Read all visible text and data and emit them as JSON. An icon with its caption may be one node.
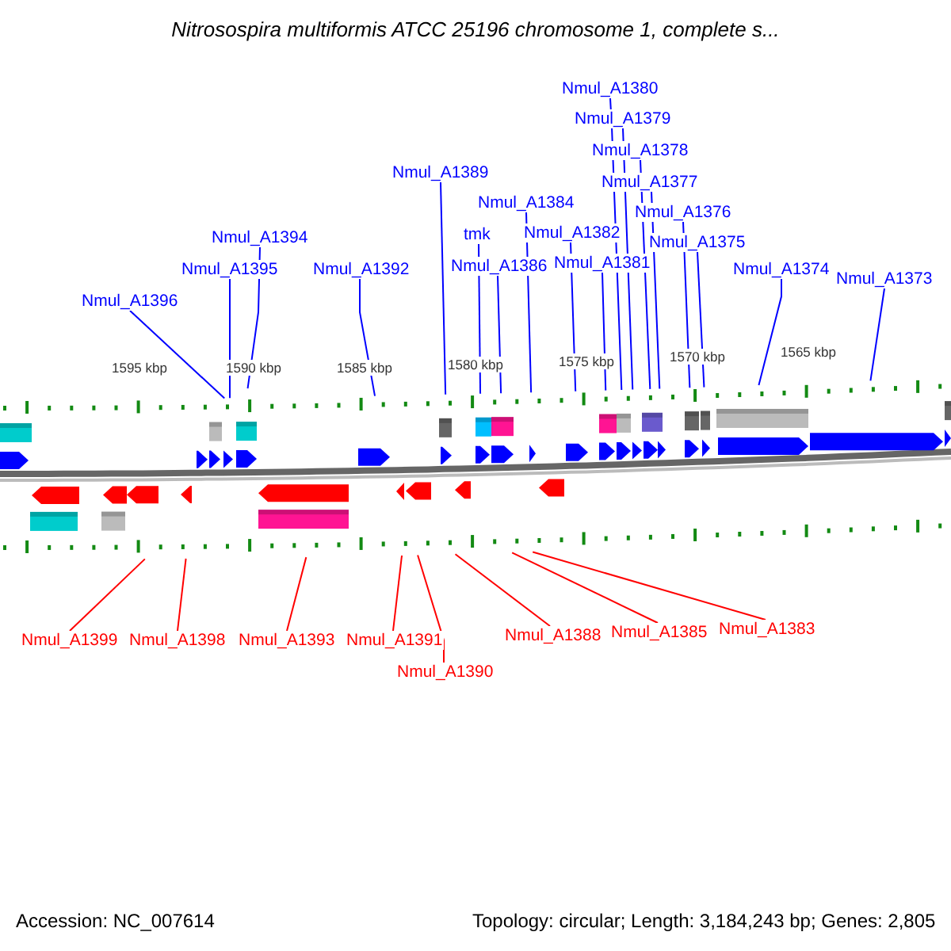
{
  "diagram": {
    "title": "Nitrosospira multiformis ATCC 25196 chromosome 1, complete s...",
    "nodes": [
      {
        "text": [
          "Nmul_A1380"
        ]
      },
      {
        "text": [
          "Nmul_A1379"
        ]
      },
      {
        "text": [
          "Nmul_A1378"
        ]
      },
      {
        "text": [
          "Nmul_A1389"
        ]
      },
      {
        "text": [
          "Nmul_A1377"
        ]
      },
      {
        "text": [
          "Nmul_A1384"
        ]
      },
      {
        "text": [
          "Nmul_A1376"
        ]
      },
      {
        "text": [
          "tmk"
        ]
      },
      {
        "text": [
          "Nmul_A1382"
        ]
      },
      {
        "text": [
          "Nmul_A1394"
        ]
      },
      {
        "text": [
          "Nmul_A1375"
        ]
      },
      {
        "text": [
          "Nmul_A1386"
        ]
      },
      {
        "text": [
          "Nmul_A1381"
        ]
      },
      {
        "text": [
          "Nmul_A1395"
        ]
      },
      {
        "text": [
          "Nmul_A1392"
        ]
      },
      {
        "text": [
          "Nmul_A1374"
        ]
      },
      {
        "text": [
          "Nmul_A1373"
        ]
      },
      {
        "text": [
          "Nmul_A1396"
        ]
      },
      {
        "text": [
          "Nmul_A1383"
        ]
      },
      {
        "text": [
          "Nmul_A1399"
        ]
      },
      {
        "text": [
          "Nmul_A1398"
        ]
      },
      {
        "text": [
          "Nmul_A1393"
        ]
      },
      {
        "text": [
          "Nmul_A1391"
        ]
      },
      {
        "text": [
          "Nmul_A1388"
        ]
      },
      {
        "text": [
          "Nmul_A1385"
        ]
      },
      {
        "text": [
          "Nmul_A1390"
        ]
      }
    ],
    "edges": [
      {
        "from": 0,
        "to": null,
        "arrow": "none"
      },
      {
        "from": 1,
        "to": null,
        "arrow": "none"
      },
      {
        "from": 2,
        "to": null,
        "arrow": "none"
      },
      {
        "from": 3,
        "to": null,
        "arrow": "none"
      },
      {
        "from": 4,
        "to": null,
        "arrow": "none"
      },
      {
        "from": 5,
        "to": null,
        "arrow": "none"
      },
      {
        "from": 6,
        "to": null,
        "arrow": "none"
      },
      {
        "from": 7,
        "to": null,
        "arrow": "none"
      },
      {
        "from": 8,
        "to": null,
        "arrow": "none"
      },
      {
        "from": 9,
        "to": null,
        "arrow": "none"
      },
      {
        "from": 10,
        "to": null,
        "arrow": "none"
      },
      {
        "from": 11,
        "to": null,
        "arrow": "none"
      },
      {
        "from": 12,
        "to": null,
        "arrow": "none"
      },
      {
        "from": 13,
        "to": null,
        "arrow": "none"
      },
      {
        "from": 14,
        "to": null,
        "arrow": "none"
      },
      {
        "from": 15,
        "to": null,
        "arrow": "none"
      },
      {
        "from": 16,
        "to": null,
        "arrow": "none"
      },
      {
        "from": 17,
        "to": null,
        "arrow": "none"
      },
      {
        "from": 18,
        "to": null,
        "arrow": "none",
        "color": "#ff0000"
      },
      {
        "from": 19,
        "to": null,
        "arrow": "none",
        "color": "#ff0000"
      },
      {
        "from": 20,
        "to": null,
        "arrow": "none",
        "color": "#ff0000"
      },
      {
        "from": 21,
        "to": null,
        "arrow": "none",
        "color": "#ff0000"
      },
      {
        "from": 22,
        "to": null,
        "arrow": "none",
        "color": "#ff0000"
      },
      {
        "from": 23,
        "to": null,
        "arrow": "none",
        "color": "#ff0000"
      },
      {
        "from": 24,
        "to": null,
        "arrow": "none",
        "color": "#ff0000"
      },
      {
        "from": 25,
        "to": null,
        "arrow": "none",
        "color": "#ff0000"
      }
    ],
    "labels": [
      "1595 kbp",
      "1590 kbp",
      "1585 kbp",
      "1580 kbp",
      "1575 kbp",
      "1570 kbp",
      "1565 kbp",
      "Accession: NC_007614",
      "Topology: circular; Length: 3,184,243 bp; Genes: 2,805"
    ]
  }
}
